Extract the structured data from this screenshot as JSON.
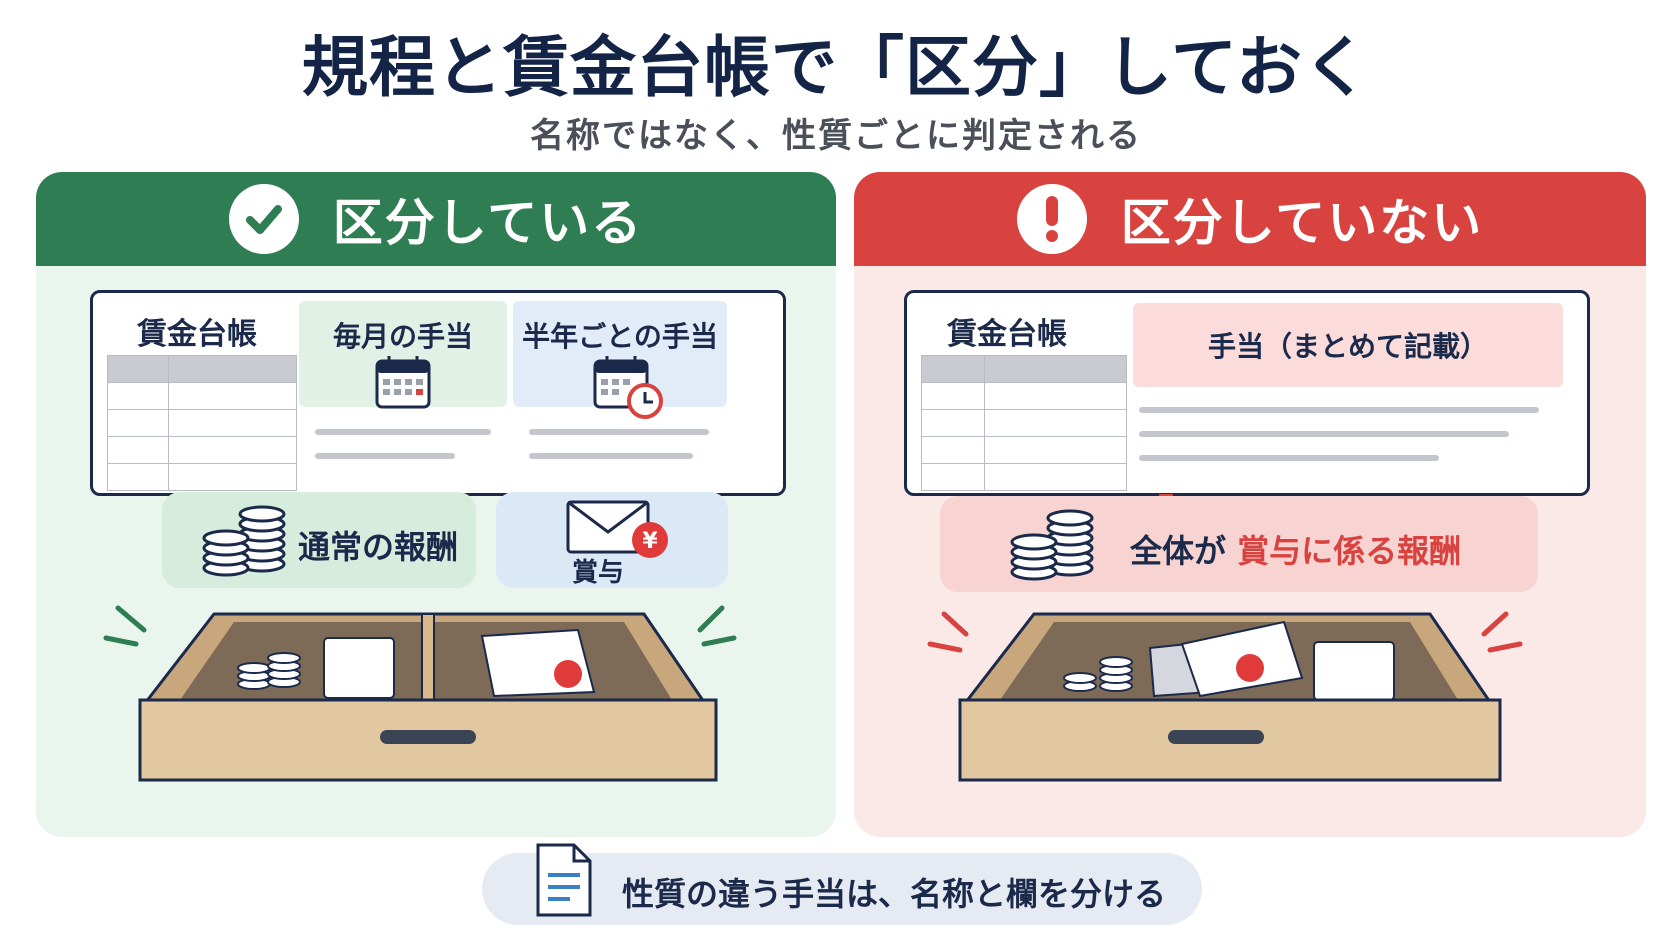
{
  "title": "規程と賃金台帳で「区分」しておく",
  "subtitle": "名称ではなく、性質ごとに判定される",
  "left_panel": {
    "heading": "区分している",
    "ledger_label": "賃金台帳",
    "col1_label": "毎月の手当",
    "col2_label": "半年ごとの手当",
    "result1": "通常の報酬",
    "result2": "賞与",
    "colors": {
      "header": "#2f7d52",
      "background": "#eaf5ee",
      "arrow_green": "#2f7d52",
      "arrow_blue": "#3b7fc4"
    }
  },
  "right_panel": {
    "heading": "区分していない",
    "ledger_label": "賃金台帳",
    "col_label": "手当（まとめて記載）",
    "result_prefix": "全体が",
    "result_highlight": "賞与に係る報酬",
    "colors": {
      "header": "#d8423f",
      "background": "#fbe9e8",
      "highlight_text": "#d8423f"
    }
  },
  "footer": {
    "text": "性質の違う手当は、名称と欄を分ける",
    "icon": "document-icon"
  },
  "currency_symbol": "¥"
}
